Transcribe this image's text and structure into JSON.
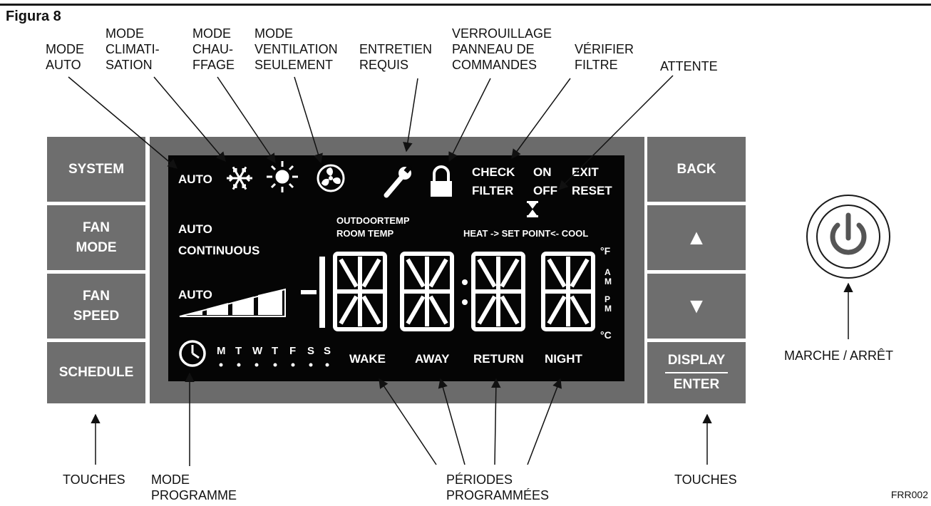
{
  "figure_title": "Figura 8",
  "figure_code": "FRR002",
  "callouts": {
    "mode_auto": "MODE\nAUTO",
    "mode_climatisation": "MODE\nCLIMATI-\nSATION",
    "mode_chauffage": "MODE\nCHAU-\nFFAGE",
    "mode_ventilation": "MODE\nVENTILATION\nSEULEMENT",
    "entretien": "ENTRETIEN\nREQUIS",
    "verrouillage": "VERROUILLAGE\nPANNEAU DE\nCOMMANDES",
    "verifier_filtre": "VÉRIFIER\nFILTRE",
    "attente": "ATTENTE",
    "marche_arret": "MARCHE / ARRÊT",
    "touches_left": "TOUCHES",
    "mode_programme": "MODE\nPROGRAMME",
    "periodes": "PÉRIODES\nPROGRAMMÉES",
    "touches_right": "TOUCHES"
  },
  "left_buttons": [
    "SYSTEM",
    "FAN\nMODE",
    "FAN\nSPEED",
    "SCHEDULE"
  ],
  "right_buttons": {
    "back": "BACK",
    "up": "▲",
    "down": "▼",
    "display": "DISPLAY",
    "enter": "ENTER"
  },
  "lcd": {
    "auto_mode": "AUTO",
    "fan_auto": "AUTO",
    "fan_continuous": "CONTINUOUS",
    "speed_auto": "AUTO",
    "outdoor_temp": "OUTDOORTEMP",
    "room_temp": "ROOM TEMP",
    "setpoint": "HEAT -> SET POINT<- COOL",
    "check": "CHECK",
    "filter": "FILTER",
    "on": "ON",
    "off": "OFF",
    "exit": "EXIT",
    "reset": "RESET",
    "unit_f": "°F",
    "unit_c": "°C",
    "am": "A\nM",
    "pm": "P\nM",
    "days": [
      "M",
      "T",
      "W",
      "T",
      "F",
      "S",
      "S"
    ],
    "periods": [
      "WAKE",
      "AWAY",
      "RETURN",
      "NIGHT"
    ]
  },
  "icons": [
    "snowflake-icon",
    "sun-icon",
    "fan-icon",
    "wrench-icon",
    "padlock-icon",
    "hourglass-icon",
    "clock-icon",
    "power-icon"
  ],
  "colors": {
    "lcd": "#050505",
    "panel": "#6b6b6b",
    "button": "#6e6e6e",
    "power_ring": "#555555"
  }
}
